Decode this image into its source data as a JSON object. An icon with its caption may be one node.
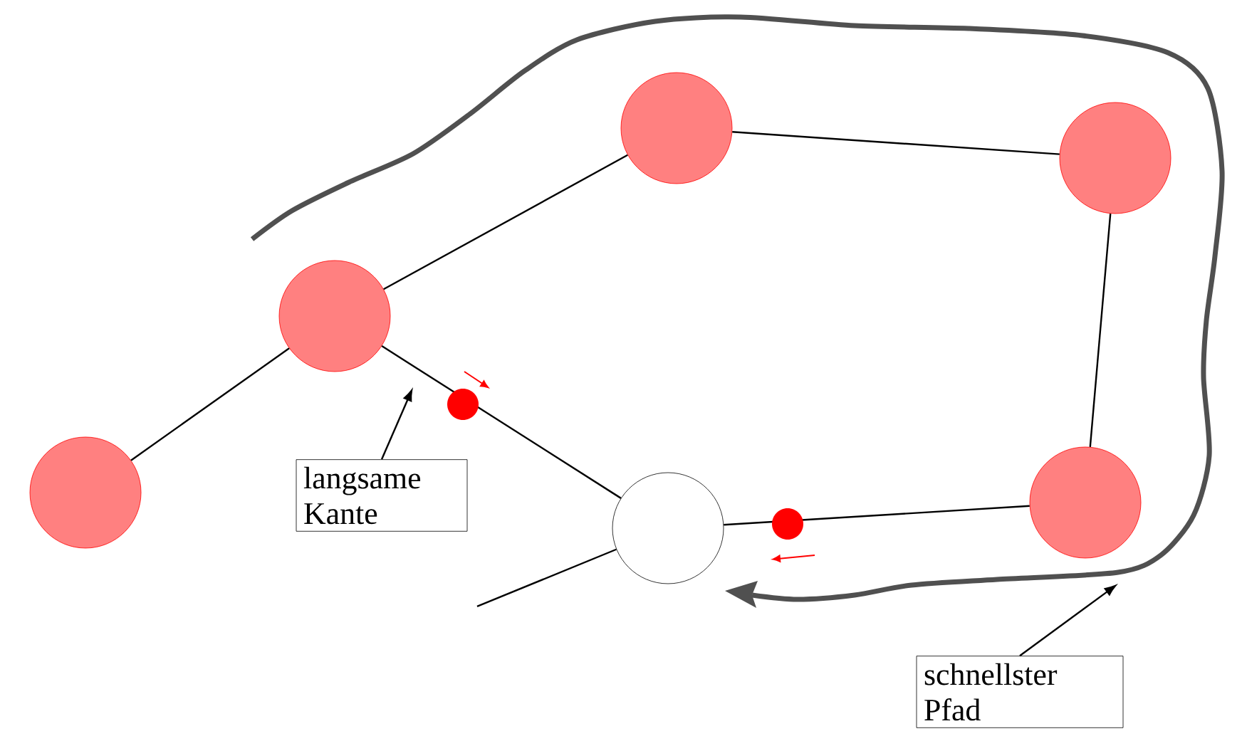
{
  "diagram": {
    "nodes": [
      {
        "text": [],
        "shape": "circle"
      },
      {
        "text": [],
        "shape": "circle"
      },
      {
        "text": [],
        "shape": "circle"
      },
      {
        "text": [],
        "shape": "circle"
      },
      {
        "text": [],
        "shape": "circle"
      },
      {
        "text": [],
        "shape": "circle"
      },
      {
        "text": [
          "langsame Kante"
        ]
      },
      {
        "text": [
          "schnellster Pfad"
        ]
      }
    ],
    "edges": [
      {
        "from": 0,
        "to": 1,
        "arrow": "none"
      },
      {
        "from": 1,
        "to": 2,
        "arrow": "none"
      },
      {
        "from": 2,
        "to": 3,
        "arrow": "none"
      },
      {
        "from": 3,
        "to": 4,
        "arrow": "none"
      },
      {
        "from": 4,
        "to": 5,
        "arrow": "none"
      },
      {
        "from": 1,
        "to": 5,
        "arrow": "none"
      },
      {
        "from": null,
        "to": 5,
        "arrow": "none"
      },
      {
        "from": 6,
        "to": null,
        "arrow": "to"
      },
      {
        "from": 7,
        "to": null,
        "arrow": "to"
      }
    ]
  }
}
